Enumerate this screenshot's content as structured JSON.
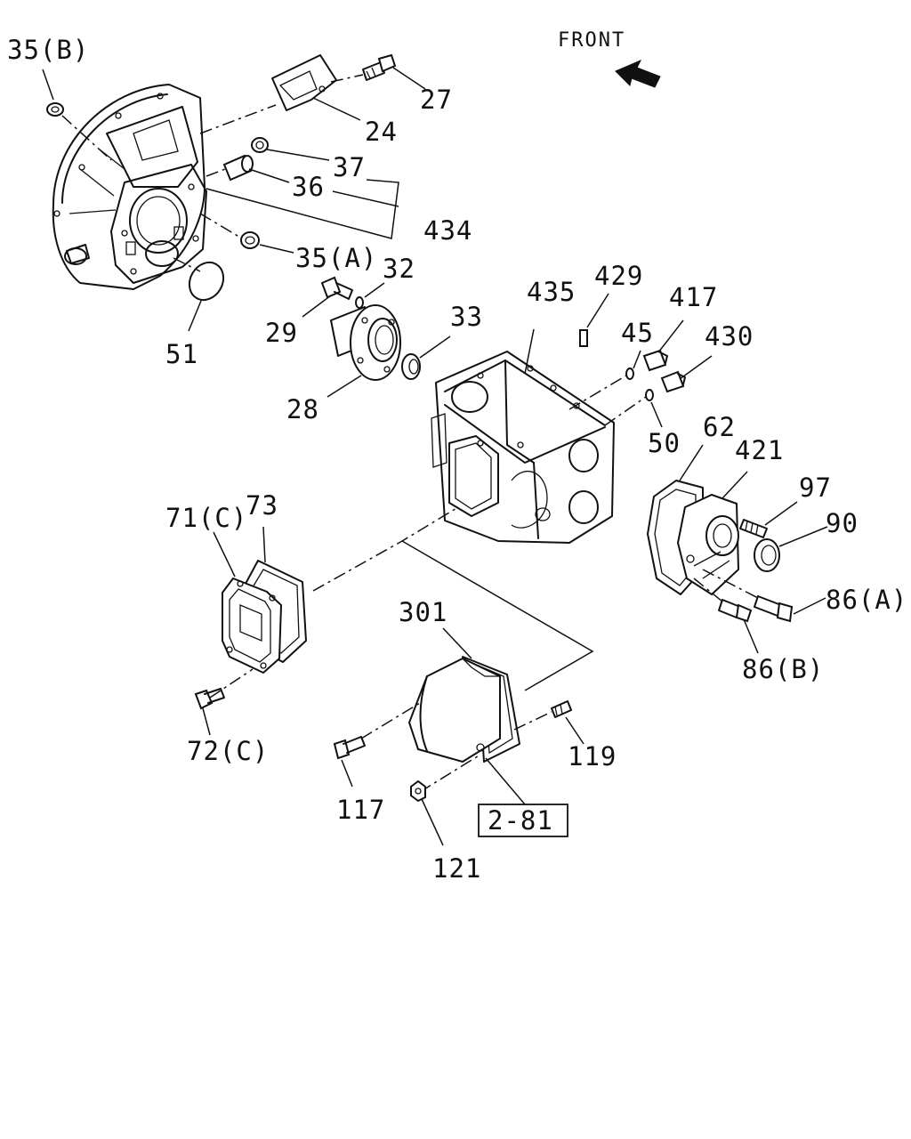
{
  "front_label": "FRONT",
  "ref_box": "2-81",
  "labels": {
    "p35b": "35(B)",
    "p27": "27",
    "p24": "24",
    "p37": "37",
    "p36": "36",
    "p434": "434",
    "p35a": "35(A)",
    "p32": "32",
    "p29": "29",
    "p51": "51",
    "p33": "33",
    "p28": "28",
    "p435": "435",
    "p429": "429",
    "p45": "45",
    "p417": "417",
    "p430": "430",
    "p50": "50",
    "p62": "62",
    "p421": "421",
    "p97": "97",
    "p90": "90",
    "p86a": "86(A)",
    "p86b": "86(B)",
    "p71c": "71(C)",
    "p73": "73",
    "p72c": "72(C)",
    "p301": "301",
    "p119": "119",
    "p117": "117",
    "p121": "121"
  }
}
